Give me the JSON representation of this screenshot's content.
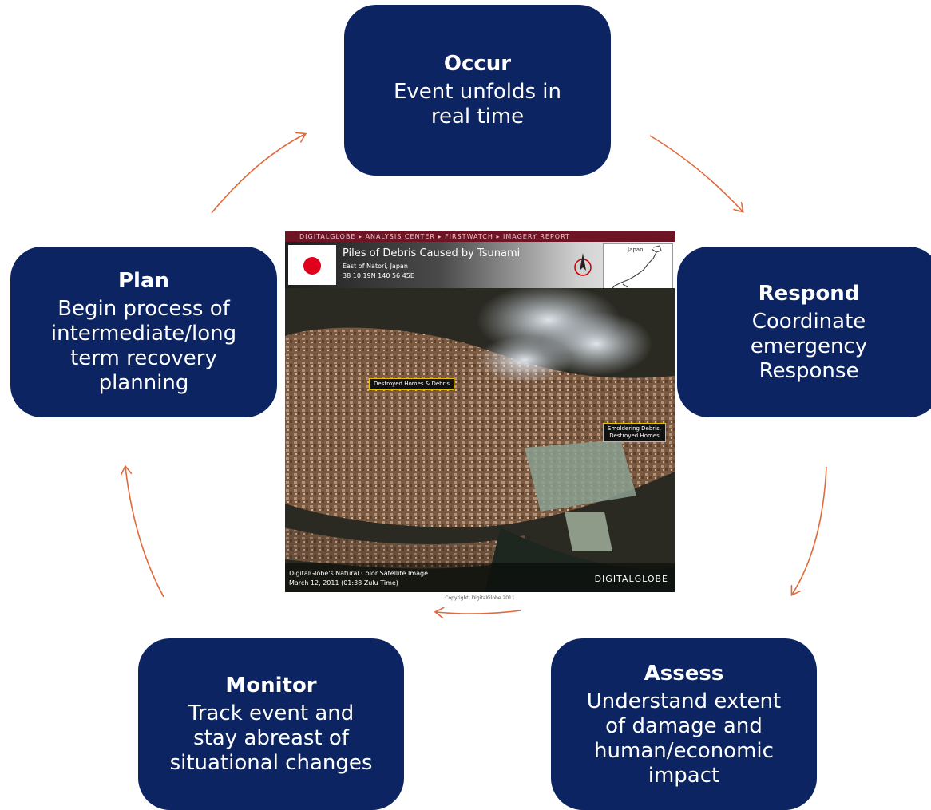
{
  "diagram": {
    "steps": [
      {
        "id": "occur",
        "title": "Occur",
        "lines": [
          "Event unfolds in",
          "real time"
        ]
      },
      {
        "id": "respond",
        "title": "Respond",
        "lines": [
          "Coordinate",
          "emergency",
          "Response"
        ]
      },
      {
        "id": "assess",
        "title": "Assess",
        "lines": [
          "Understand extent",
          "of damage and",
          "human/economic",
          "impact"
        ]
      },
      {
        "id": "monitor",
        "title": "Monitor",
        "lines": [
          "Track event and",
          "stay abreast of",
          "situational changes"
        ]
      },
      {
        "id": "plan",
        "title": "Plan",
        "lines": [
          "Begin process of",
          "intermediate/long",
          "term recovery",
          "planning"
        ]
      }
    ],
    "box_color": "#0c2461",
    "arrow_color": "#e06a3a"
  },
  "satellite_image": {
    "top_bar": "DIGITALGLOBE ▸ ANALYSIS CENTER ▸ FIRSTWATCH ▸ IMAGERY REPORT",
    "title": "Piles of Debris Caused by Tsunami",
    "location": "East of Natori, Japan",
    "coordinates": "38 10 19N 140 56 45E",
    "map_label": "Japan",
    "callouts": [
      "Destroyed Homes & Debris",
      "Smoldering Debris,",
      "Destroyed Homes"
    ],
    "caption_line1": "DigitalGlobe's Natural Color Satellite Image",
    "caption_line2": "March 12, 2011 (01:38 Zulu Time)",
    "logo": "DIGITALGLOBE",
    "copyright": "Copyright: DigitalGlobe 2011"
  }
}
